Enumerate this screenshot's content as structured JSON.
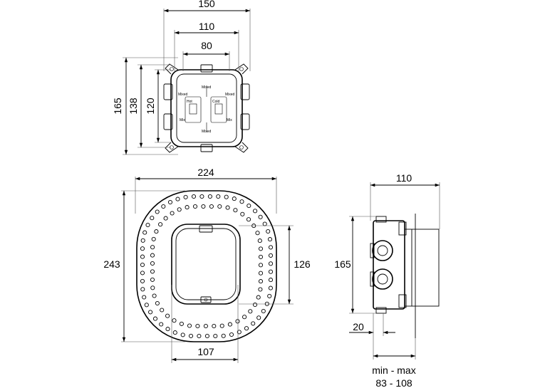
{
  "top_view": {
    "width_outer": "150",
    "width_mid": "110",
    "width_inner": "80",
    "height_outer": "165",
    "height_mid": "138",
    "height_inner": "120"
  },
  "front_view": {
    "width": "224",
    "height": "243",
    "window_height": "126",
    "window_width": "107"
  },
  "side_view": {
    "depth": "110",
    "height": "165",
    "offset": "20",
    "range_label": "min - max",
    "range_value": "83 - 108"
  },
  "body_markings": {
    "top_label": "Mixed",
    "bottom_label": "Mixed",
    "left_label": "Mixed",
    "right_label": "Mixed",
    "left_inner": "Hot",
    "right_inner": "Cold",
    "left_port": "Mix",
    "right_port": "Mix"
  }
}
